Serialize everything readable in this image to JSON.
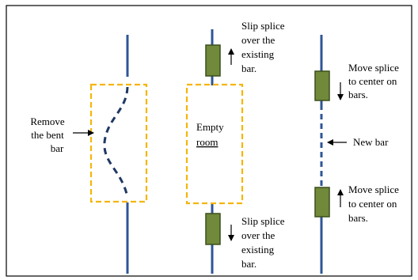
{
  "colors": {
    "bar": "#2f5597",
    "splice_fill": "#70893a",
    "splice_stroke": "#3b4f1c",
    "dashed_box": "#f5b50a",
    "arrow": "#000000",
    "frame": "#000000"
  },
  "panels": {
    "left": {
      "label_line1": "Remove",
      "label_line2": "the bent",
      "label_line3": "bar"
    },
    "middle": {
      "top_label_line1": "Slip splice",
      "top_label_line2": "over the",
      "top_label_line3": "existing",
      "top_label_line4": "bar.",
      "box_label_line1": "Empty",
      "box_label_line2": "room",
      "bottom_label_line1": "Slip splice",
      "bottom_label_line2": "over the",
      "bottom_label_line3": "existing",
      "bottom_label_line4": "bar."
    },
    "right": {
      "top_label_line1": "Move splice",
      "top_label_line2": "to center on",
      "top_label_line3": "bars.",
      "mid_label": "New bar",
      "bottom_label_line1": "Move splice",
      "bottom_label_line2": "to center on",
      "bottom_label_line3": "bars."
    }
  }
}
